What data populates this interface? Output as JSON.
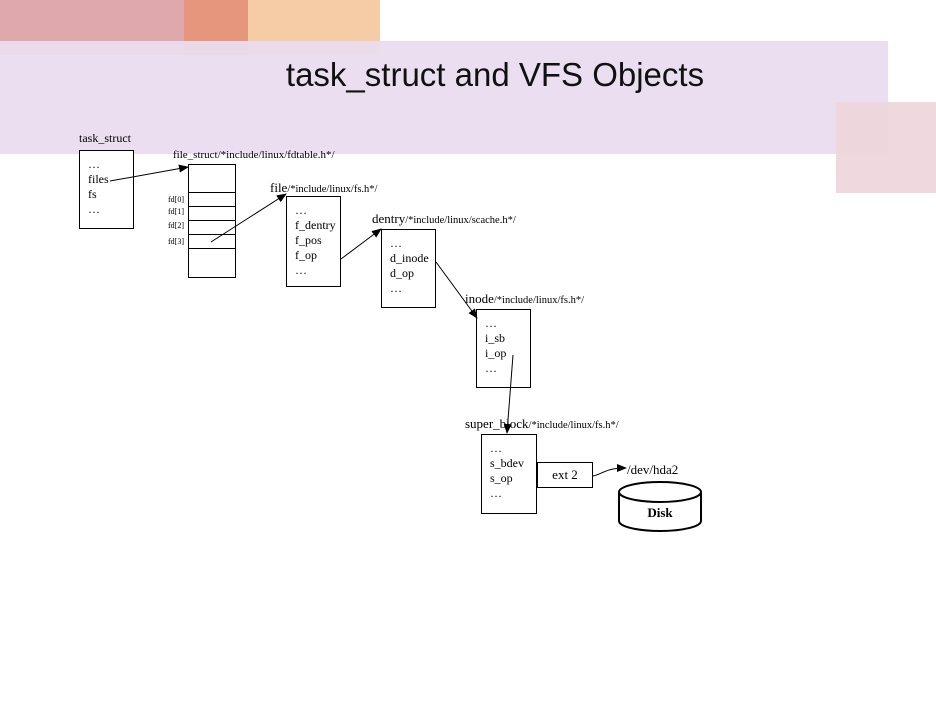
{
  "slide": {
    "title": "task_struct and VFS Objects",
    "colors": {
      "band": "#eadcef",
      "accent_rose": "#dfa8ad",
      "accent_red": "#e6967d",
      "accent_peach": "#f6cca6",
      "accent_pink": "#eed5da"
    }
  },
  "task_struct": {
    "label": "task_struct",
    "fields": [
      "…",
      "files",
      "fs",
      "…"
    ]
  },
  "file_struct": {
    "label": "file_struct/*include/linux/fdtable.h*/",
    "fd_labels": [
      "fd[0]",
      "fd[1]",
      "fd[2]",
      "fd[3]"
    ]
  },
  "file": {
    "name": "file",
    "path": "/*include/linux/fs.h*/",
    "fields": [
      "…",
      "f_dentry",
      "f_pos",
      "f_op",
      "…"
    ]
  },
  "dentry": {
    "name": "dentry",
    "path": "/*include/linux/scache.h*/",
    "fields": [
      "…",
      "d_inode",
      "d_op",
      "…"
    ]
  },
  "inode": {
    "name": "inode",
    "path": "/*include/linux/fs.h*/",
    "fields": [
      "…",
      "i_sb",
      "i_op",
      "…"
    ]
  },
  "super_block": {
    "name": "super_block",
    "path": "/*include/linux/fs.h*/",
    "fields": [
      "…",
      "s_bdev",
      "s_op",
      "…"
    ]
  },
  "fs_type": "ext 2",
  "device": "/dev/hda2",
  "disk_label": "Disk"
}
